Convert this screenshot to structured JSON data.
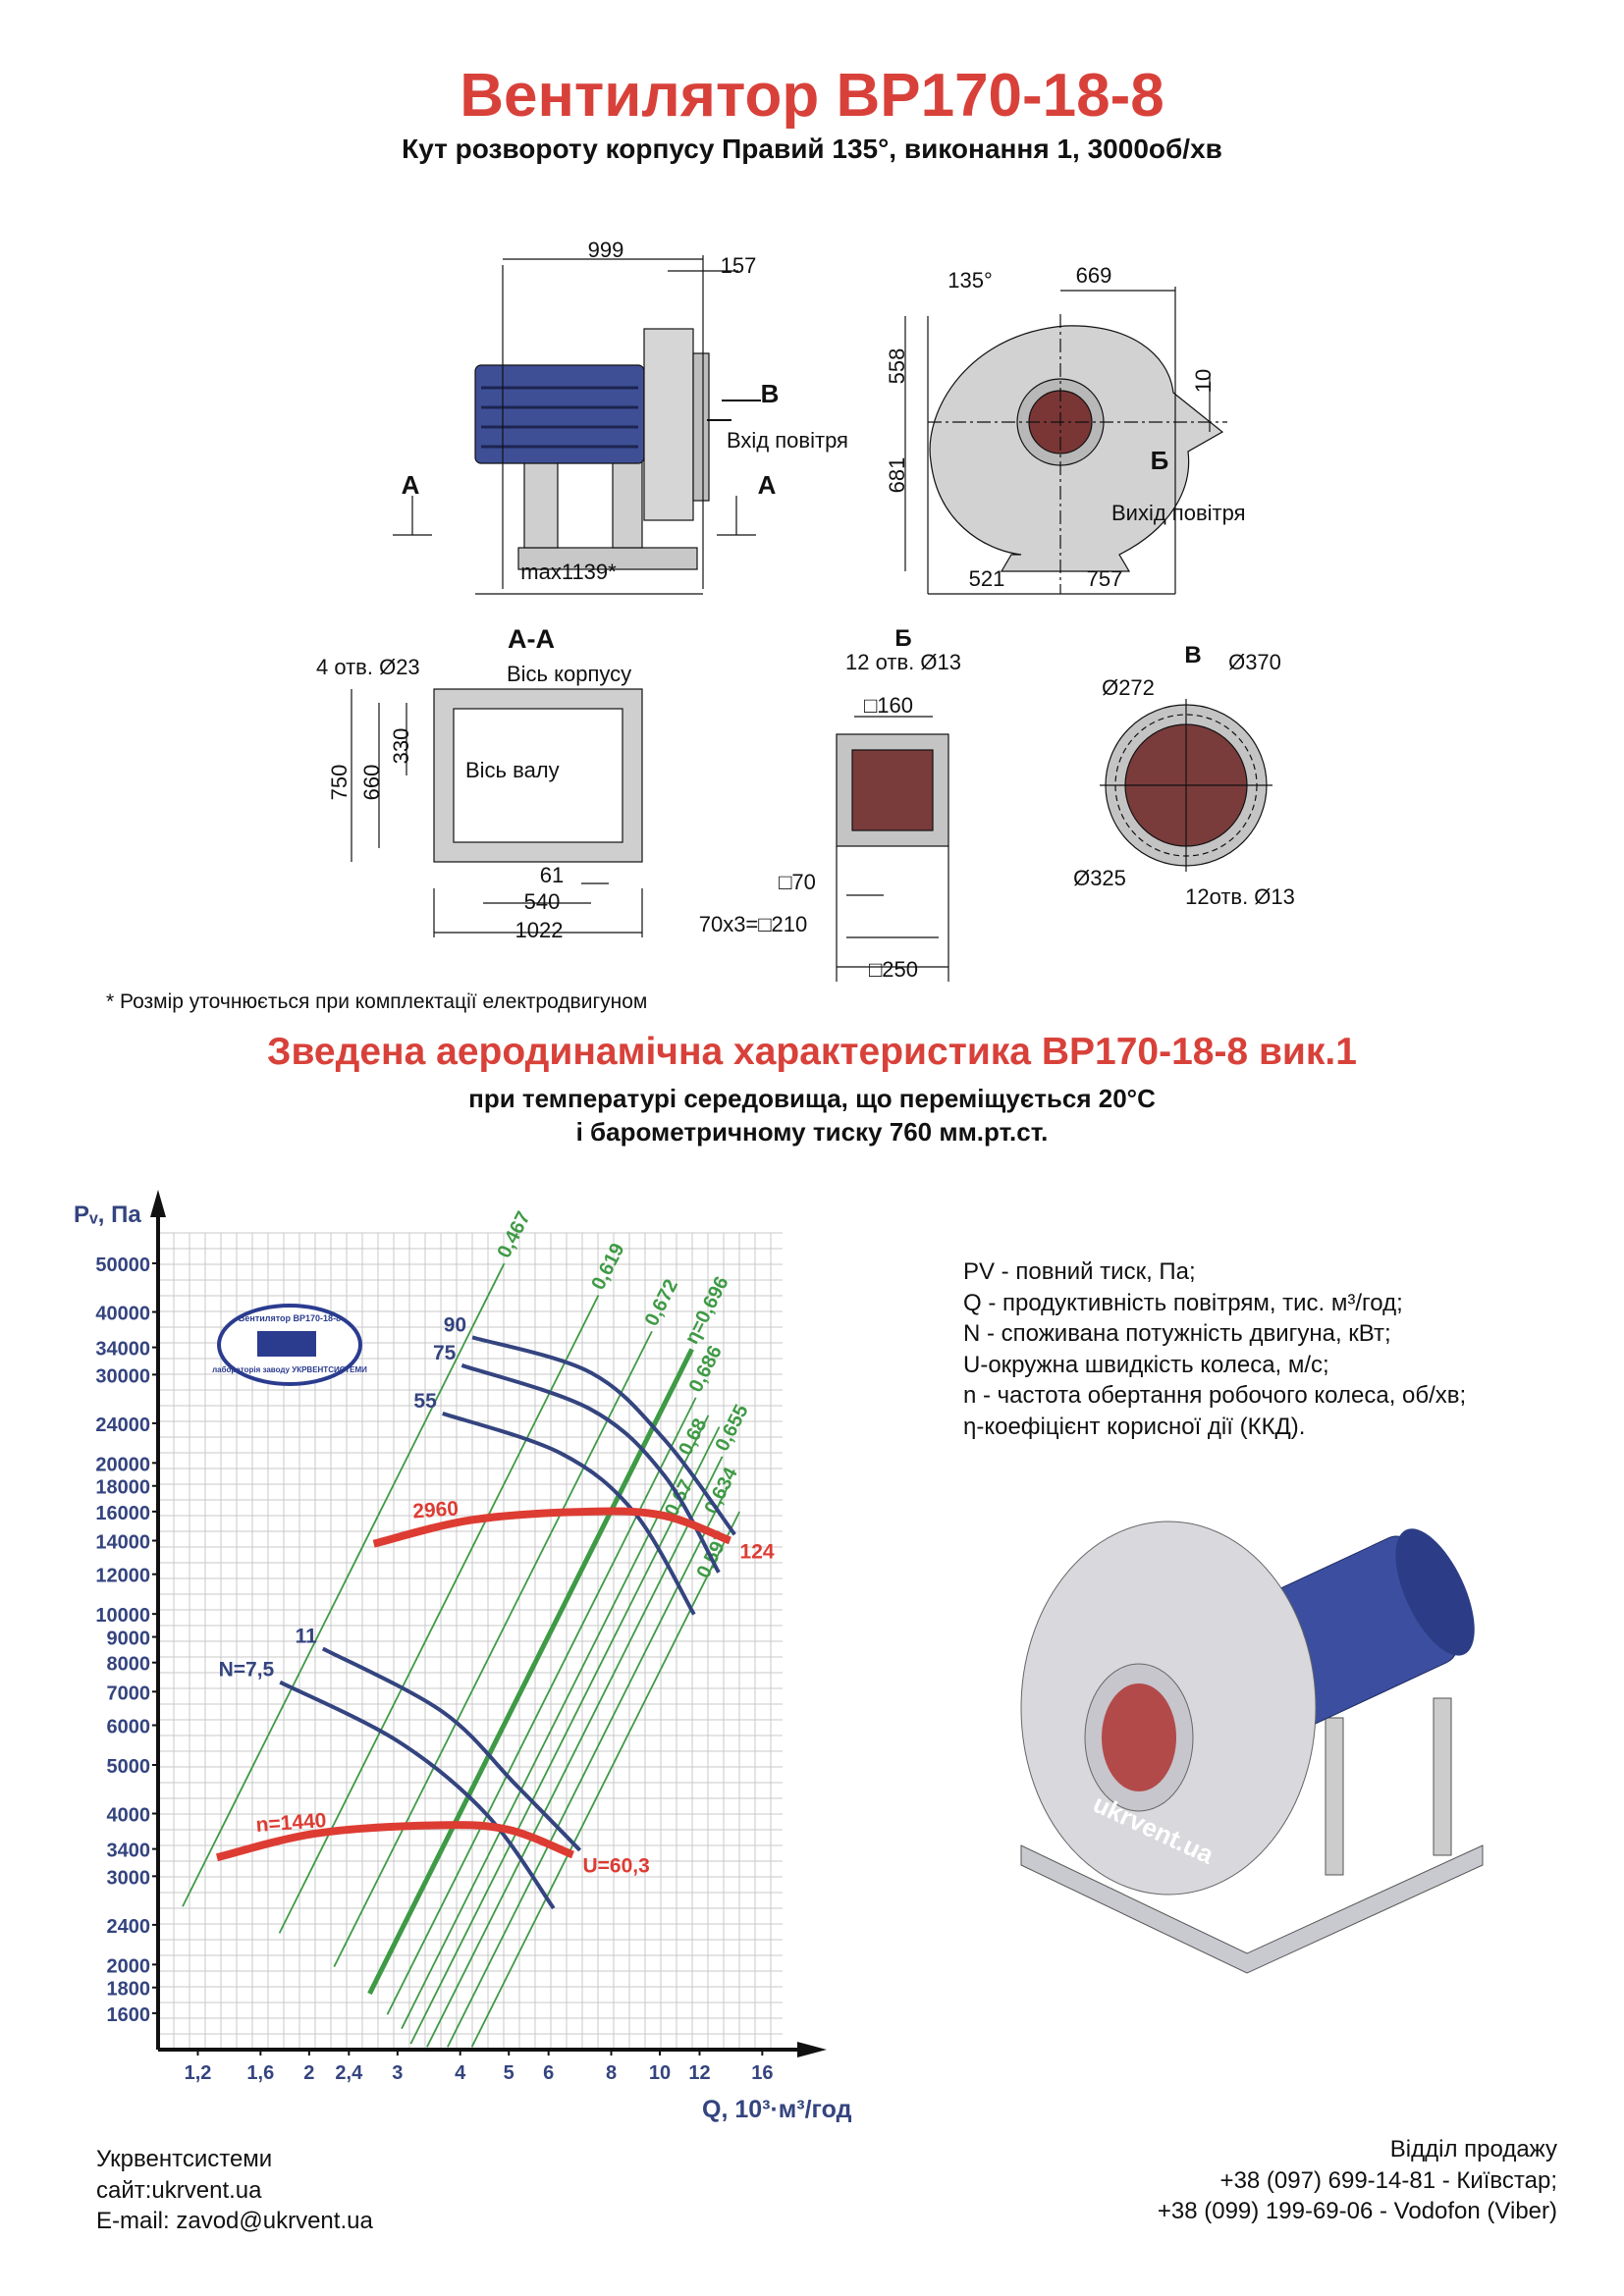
{
  "header": {
    "title": "Вентилятор ВР170-18-8",
    "subtitle": "Кут розвороту корпусу Правий 135°, виконання 1, 3000об/хв"
  },
  "drawings": {
    "side_view": {
      "d999": "999",
      "d157": "157",
      "label_b": "В",
      "air_in": "Вхід повітря",
      "label_a_left": "А",
      "label_a_right": "А",
      "dmax": "max1139*"
    },
    "front_view": {
      "angle": "135°",
      "d669": "669",
      "d558": "558",
      "d681": "681",
      "d10": "10",
      "label_b": "Б",
      "air_out": "Вихід повітря",
      "d521": "521",
      "d757": "757"
    },
    "section_aa": {
      "title": "А-А",
      "holes": "4 отв. Ø23",
      "housing_axis": "Вісь корпусу",
      "d750": "750",
      "d660": "660",
      "d330": "330",
      "shaft_axis": "Вісь валу",
      "d61": "61",
      "d540": "540",
      "d1022": "1022"
    },
    "view_b_outlet": {
      "title": "Б",
      "holes": "12 отв. Ø13",
      "d160": "□160",
      "d70": "□70",
      "d210": "70х3=□210",
      "d250": "□250"
    },
    "view_v_inlet": {
      "title": "В",
      "d370": "Ø370",
      "d272": "Ø272",
      "d325": "Ø325",
      "holes": "12отв. Ø13"
    },
    "watermark": "ukrvent.ua",
    "footnote": "* Розмір уточнюється при комплектації електродвигуном"
  },
  "section": {
    "title": "Зведена аеродинамічна характеристика ВР170-18-8 вик.1",
    "line1": "при температурі середовища, що переміщується 20°С",
    "line2": "і барометричному тиску 760 мм.рт.ст."
  },
  "legend": [
    "PV - повний тиск, Па;",
    "Q - продуктивність повітрям, тис. м³/год;",
    "N - споживана потужність двигуна, кВт;",
    "U-окружна швидкість колеса, м/с;",
    "n - частота обертання робочого колеса, об/хв;",
    "η-коефіцієнт корисної дії (ККД)."
  ],
  "stamp": {
    "top": "Вентилятор ВР170-18-8",
    "bottom": "лабораторія заводу УКРВЕНТСИСТЕМИ"
  },
  "chart_data": {
    "type": "line",
    "scale": "log-log",
    "ylabel": "Pᵥ, Па",
    "xlabel": "Q, 10³·м³/год",
    "yticks": [
      50000,
      40000,
      34000,
      30000,
      24000,
      20000,
      18000,
      16000,
      14000,
      12000,
      10000,
      9000,
      8000,
      7000,
      6000,
      5000,
      4000,
      3400,
      3000,
      2400,
      2000,
      1800,
      1600
    ],
    "xticks": [
      "1,2",
      "1,6",
      "2",
      "2,4",
      "3",
      "4",
      "5",
      "6",
      "8",
      "10",
      "12",
      "16"
    ],
    "xtick_values": [
      1.2,
      1.6,
      2,
      2.4,
      3,
      4,
      5,
      6,
      8,
      10,
      12,
      16
    ],
    "xlim": [
      1.0,
      19
    ],
    "ylim": [
      1300,
      60000
    ],
    "grid": true,
    "speed_curves": [
      {
        "name": "n=2960",
        "label": "2960",
        "end_label": "124",
        "x": [
          2.69,
          4.23,
          7.27,
          10.2,
          13.8
        ],
        "y": [
          13800,
          15400,
          16000,
          15700,
          14000
        ]
      },
      {
        "name": "n=1440",
        "label": "n=1440",
        "end_label": "U=60,3",
        "x": [
          1.31,
          2.06,
          3.54,
          4.96,
          6.71
        ],
        "y": [
          3270,
          3650,
          3790,
          3720,
          3310
        ]
      }
    ],
    "power_curves": [
      {
        "label": "90",
        "x": [
          4.23,
          7.27,
          10.2,
          14.1
        ],
        "y": [
          35600,
          30300,
          22300,
          14400
        ]
      },
      {
        "label": "75",
        "x": [
          4.03,
          7.27,
          10.2,
          13.1
        ],
        "y": [
          31300,
          25600,
          18900,
          12100
        ]
      },
      {
        "label": "55",
        "x": [
          3.69,
          6.35,
          8.91,
          11.7
        ],
        "y": [
          25100,
          20900,
          15900,
          9980
        ]
      },
      {
        "label": "11",
        "x": [
          2.13,
          3.69,
          5.18,
          6.93
        ],
        "y": [
          8530,
          6380,
          4550,
          3380
        ]
      },
      {
        "label": "N=7,5",
        "x": [
          1.75,
          3.01,
          4.53,
          6.14
        ],
        "y": [
          7310,
          5570,
          3970,
          2590
        ]
      }
    ],
    "efficiency_lines": [
      {
        "label": "0,467",
        "q_at_10000": 2.19,
        "p_range": [
          2610,
          50000
        ],
        "bold": false
      },
      {
        "label": "0,619",
        "q_at_10000": 3.63,
        "p_range": [
          2310,
          43200
        ],
        "bold": false
      },
      {
        "label": "0,672",
        "q_at_10000": 5.04,
        "p_range": [
          1980,
          36600
        ],
        "bold": false
      },
      {
        "label": "η=0,696",
        "q_at_10000": 6.31,
        "p_range": [
          1750,
          33700
        ],
        "bold": true
      },
      {
        "label": "0,686",
        "q_at_10000": 7.18,
        "p_range": [
          1590,
          27000
        ],
        "bold": false
      },
      {
        "label": "0,68",
        "q_at_10000": 7.92,
        "p_range": [
          1490,
          24900
        ],
        "bold": false
      },
      {
        "label": "0,67",
        "q_at_10000": 8.55,
        "p_range": [
          1390,
          23600
        ],
        "bold": false
      },
      {
        "label": "0,655",
        "q_at_10000": 9.28,
        "p_range": [
          1370,
          20600
        ],
        "bold": false
      },
      {
        "label": "0,634",
        "q_at_10000": 10.2,
        "p_range": [
          1370,
          17900
        ],
        "bold": false
      },
      {
        "label": "0,597",
        "q_at_10000": 11.4,
        "p_range": [
          1370,
          16000
        ],
        "bold": false
      }
    ],
    "colors": {
      "speed": "#dd3c33",
      "power": "#34447f",
      "efficiency": "#3f9a45",
      "axis_text": "#34447f",
      "grid": "#c9c9c9"
    }
  },
  "footer": {
    "company": "Укрвентсистеми",
    "site": "сайт:ukrvent.ua",
    "email": "E-mail: zavod@ukrvent.ua",
    "sales_title": "Відділ продажу",
    "phone1": "+38 (097) 699-14-81 - Київстар;",
    "phone2": "+38 (099) 199-69-06 - Vodofon (Viber)"
  }
}
